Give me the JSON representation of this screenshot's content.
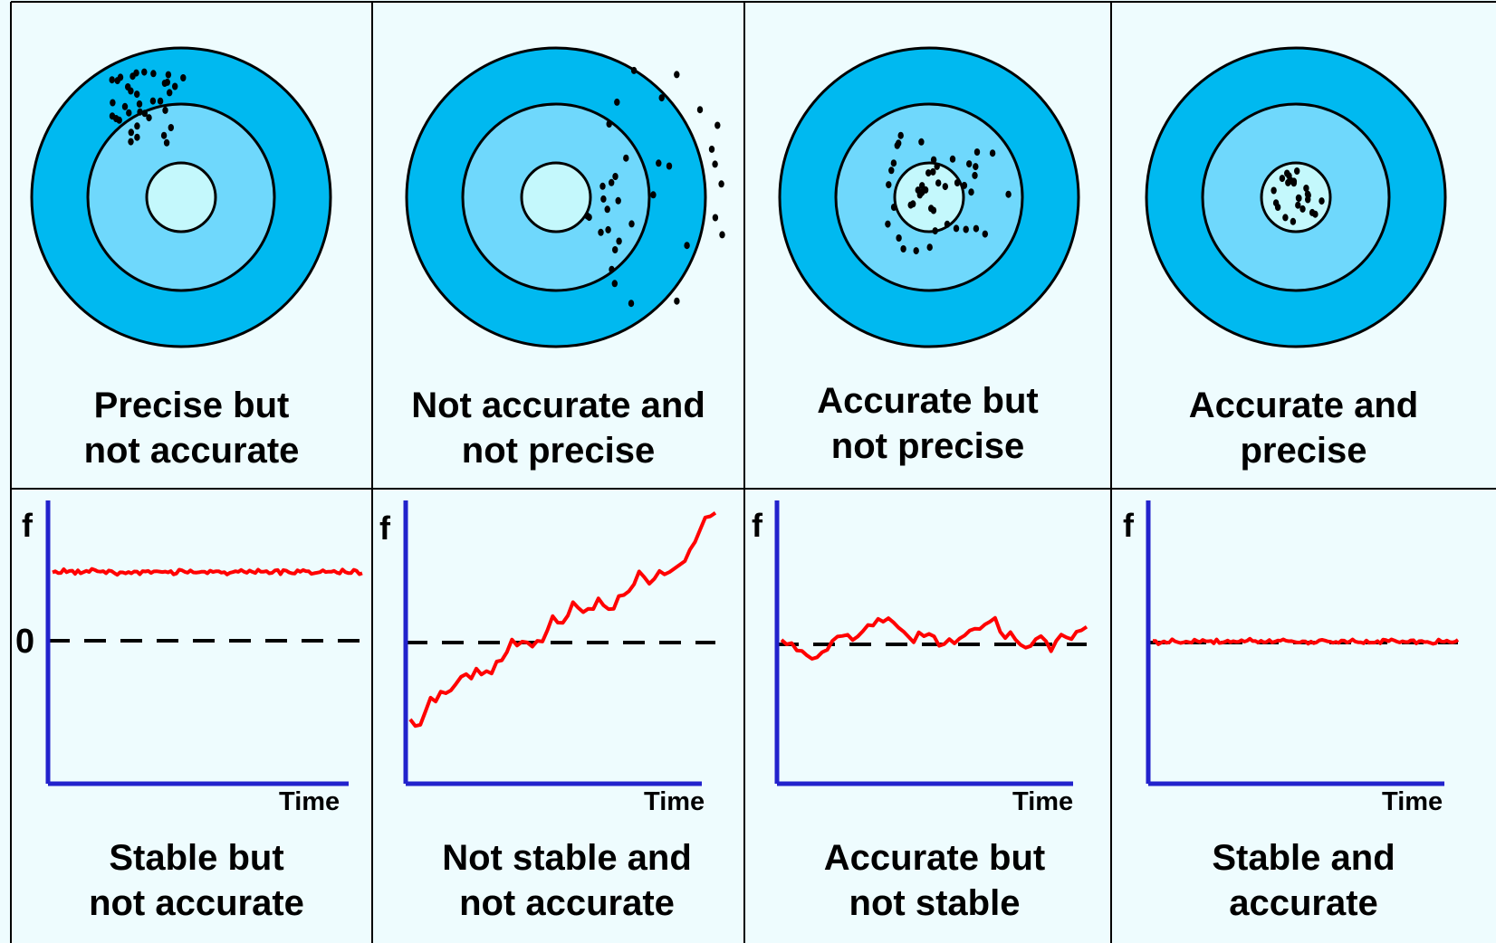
{
  "colors": {
    "background": "#eefcfe",
    "outer_ring": "#00b9f0",
    "middle_ring": "#6fd8fc",
    "bullseye": "#c4f8fc",
    "trace": "#ff0000",
    "axis": "#2222cc",
    "dots": "#000000"
  },
  "targets": [
    {
      "caption_line1": "Precise but",
      "caption_line2": "not accurate"
    },
    {
      "caption_line1": "Not accurate and",
      "caption_line2": "not precise"
    },
    {
      "caption_line1": "Accurate but",
      "caption_line2": "not precise"
    },
    {
      "caption_line1": "Accurate and",
      "caption_line2": "precise"
    }
  ],
  "graphs": [
    {
      "y_label": "f",
      "zero_label": "0",
      "x_label": "Time",
      "caption_line1": "Stable but",
      "caption_line2": "not accurate"
    },
    {
      "y_label": "f",
      "x_label": "Time",
      "caption_line1": "Not stable and",
      "caption_line2": "not accurate"
    },
    {
      "y_label": "f",
      "x_label": "Time",
      "caption_line1": "Accurate but",
      "caption_line2": "not stable"
    },
    {
      "y_label": "f",
      "x_label": "Time",
      "caption_line1": "Stable and",
      "caption_line2": "accurate"
    }
  ]
}
